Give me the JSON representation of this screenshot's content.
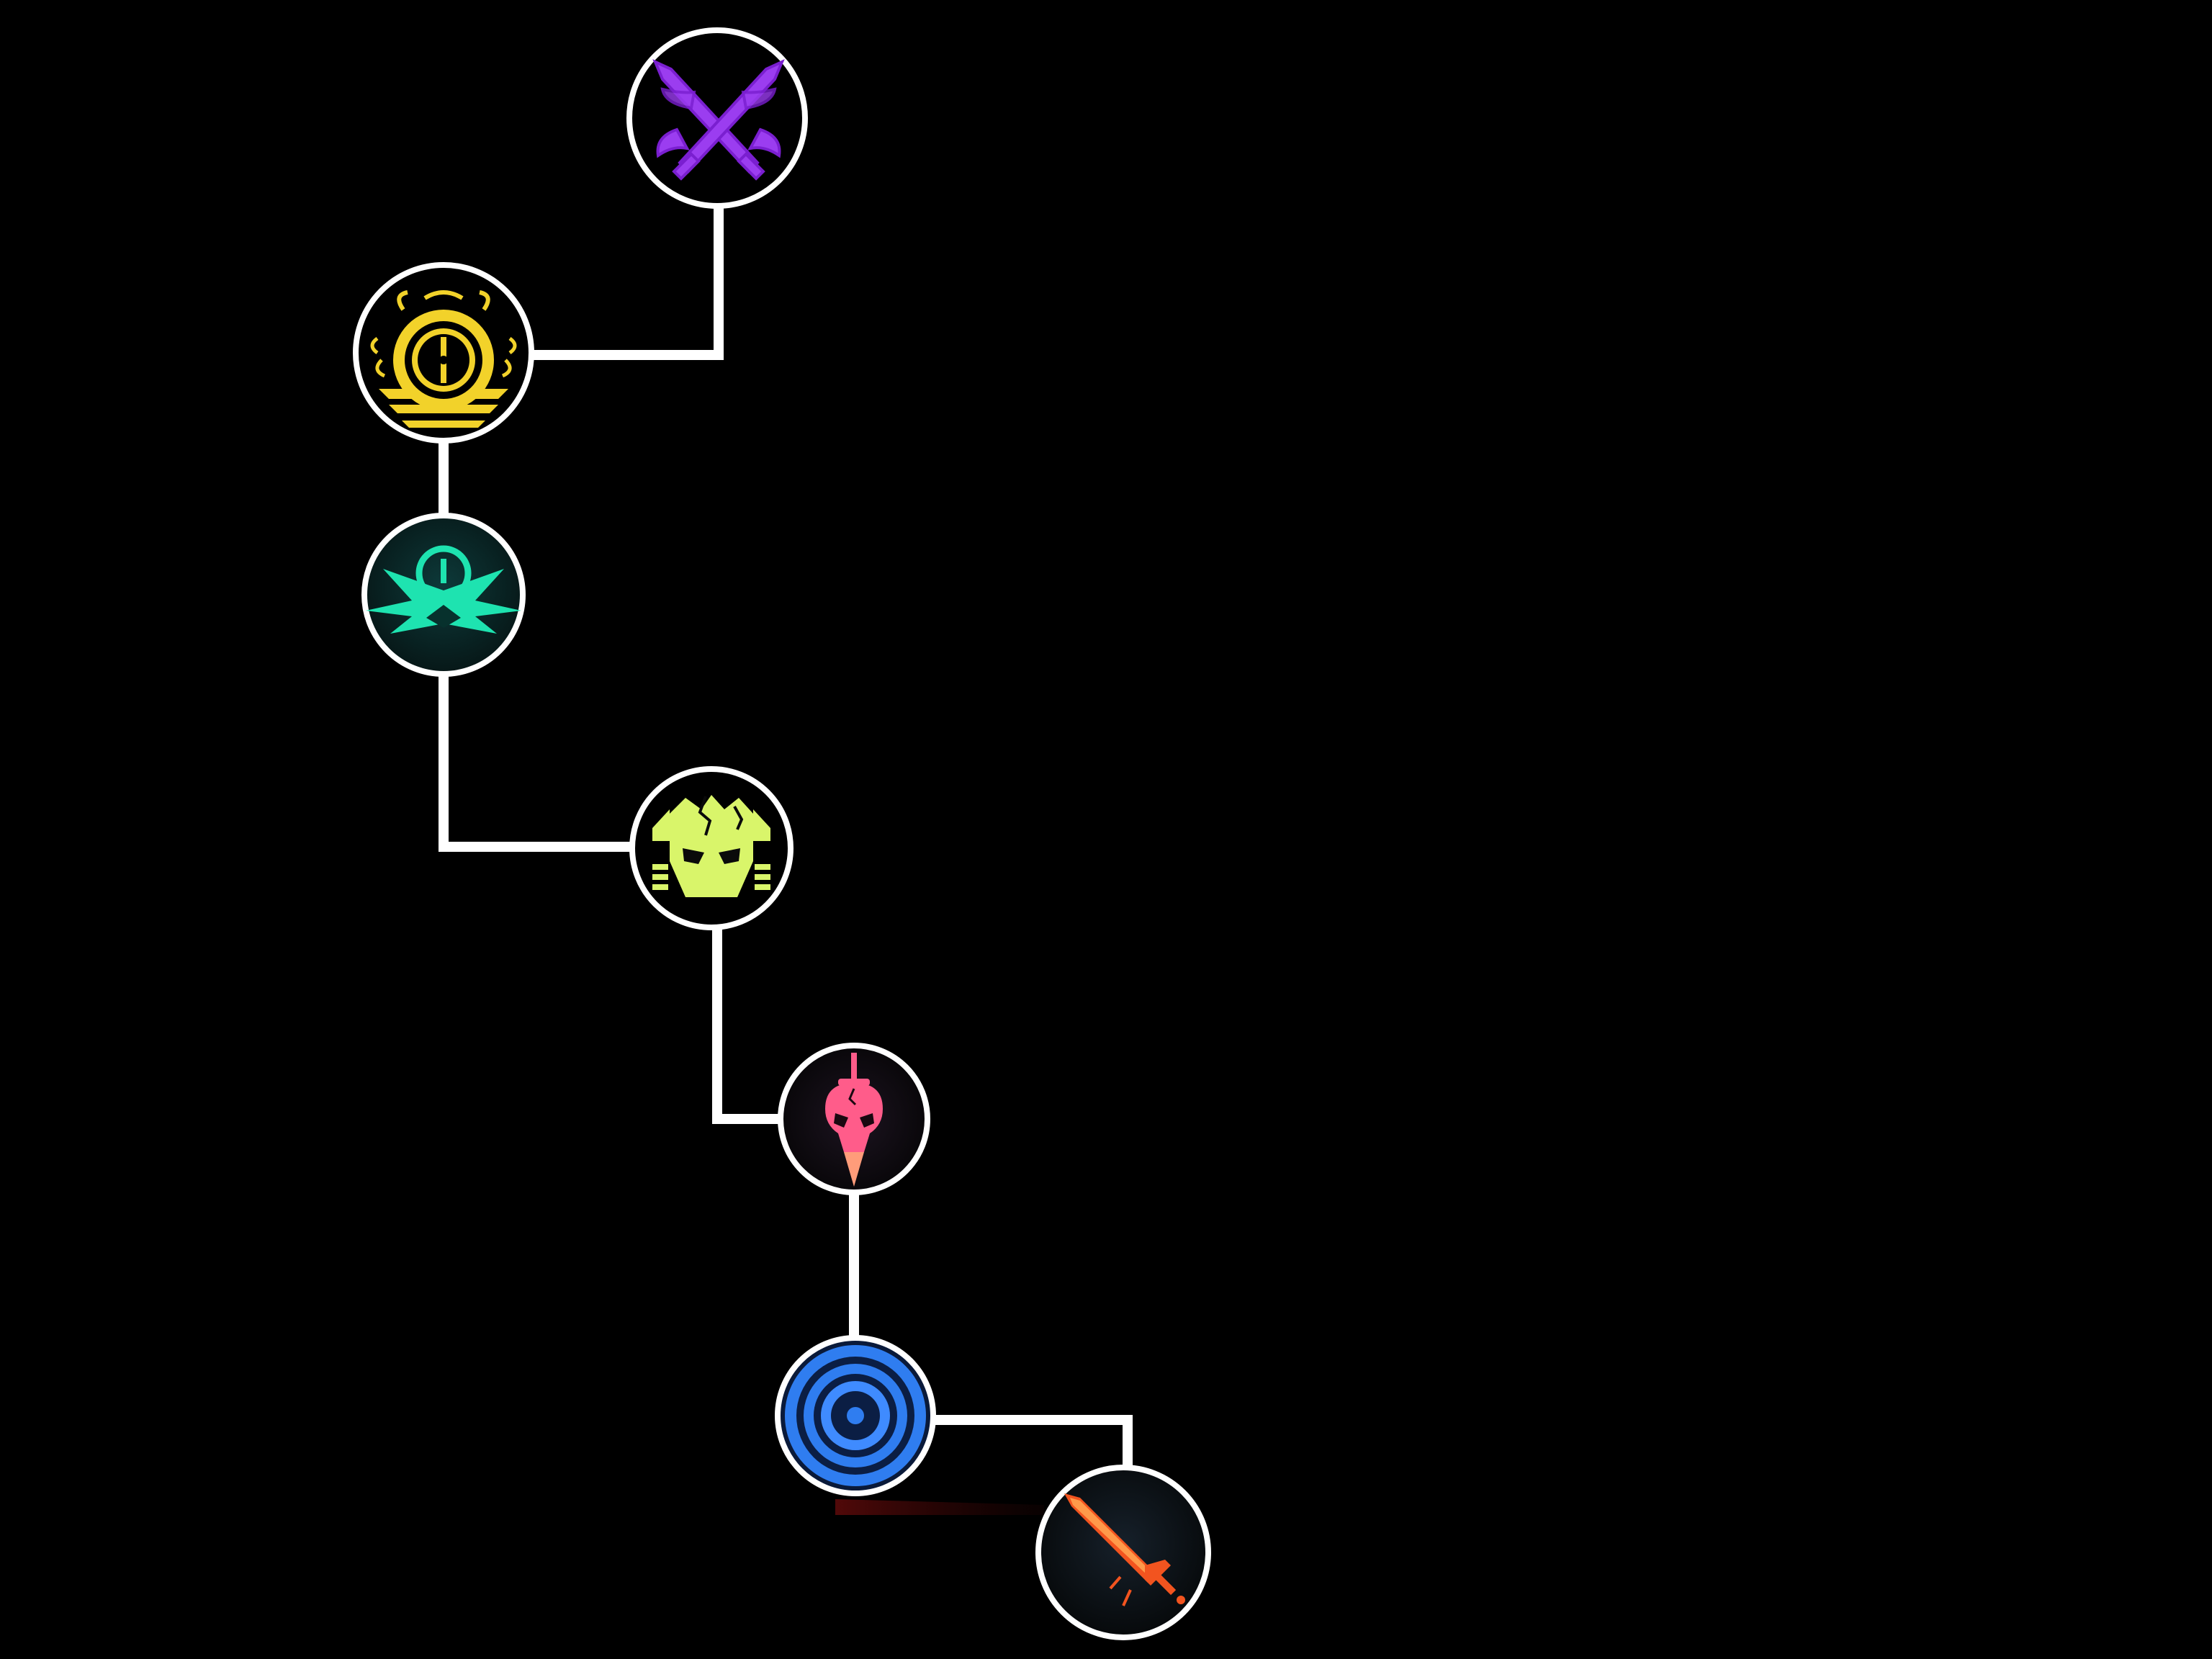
{
  "screen": {
    "background_color": "#000000",
    "connector_color": "#ffffff",
    "node_ring_color": "#ffffff",
    "node_fill_color": "#000000"
  },
  "skill_tree": {
    "nodes": [
      {
        "id": "crossed-swords",
        "icon": "crossed-swords-icon",
        "color": "#9b3df0",
        "state": "unlocked"
      },
      {
        "id": "golden-clock",
        "icon": "golden-clock-emblem-icon",
        "color": "#f2d22a",
        "state": "unlocked"
      },
      {
        "id": "teal-clock-star",
        "icon": "teal-clock-star-icon",
        "color": "#1ee3b0",
        "state": "unlocked"
      },
      {
        "id": "cracked-skull",
        "icon": "cracked-skull-icon",
        "color": "#d9f56a",
        "state": "unlocked"
      },
      {
        "id": "pink-mask-blade",
        "icon": "pink-mask-dagger-icon",
        "color": "#ff5c8a",
        "state": "unlocked"
      },
      {
        "id": "blue-target",
        "icon": "blue-target-icon",
        "color": "#2f7df0",
        "state": "selected"
      },
      {
        "id": "orange-sword",
        "icon": "orange-sword-icon",
        "color": "#f2541f",
        "state": "unlocked"
      }
    ]
  }
}
